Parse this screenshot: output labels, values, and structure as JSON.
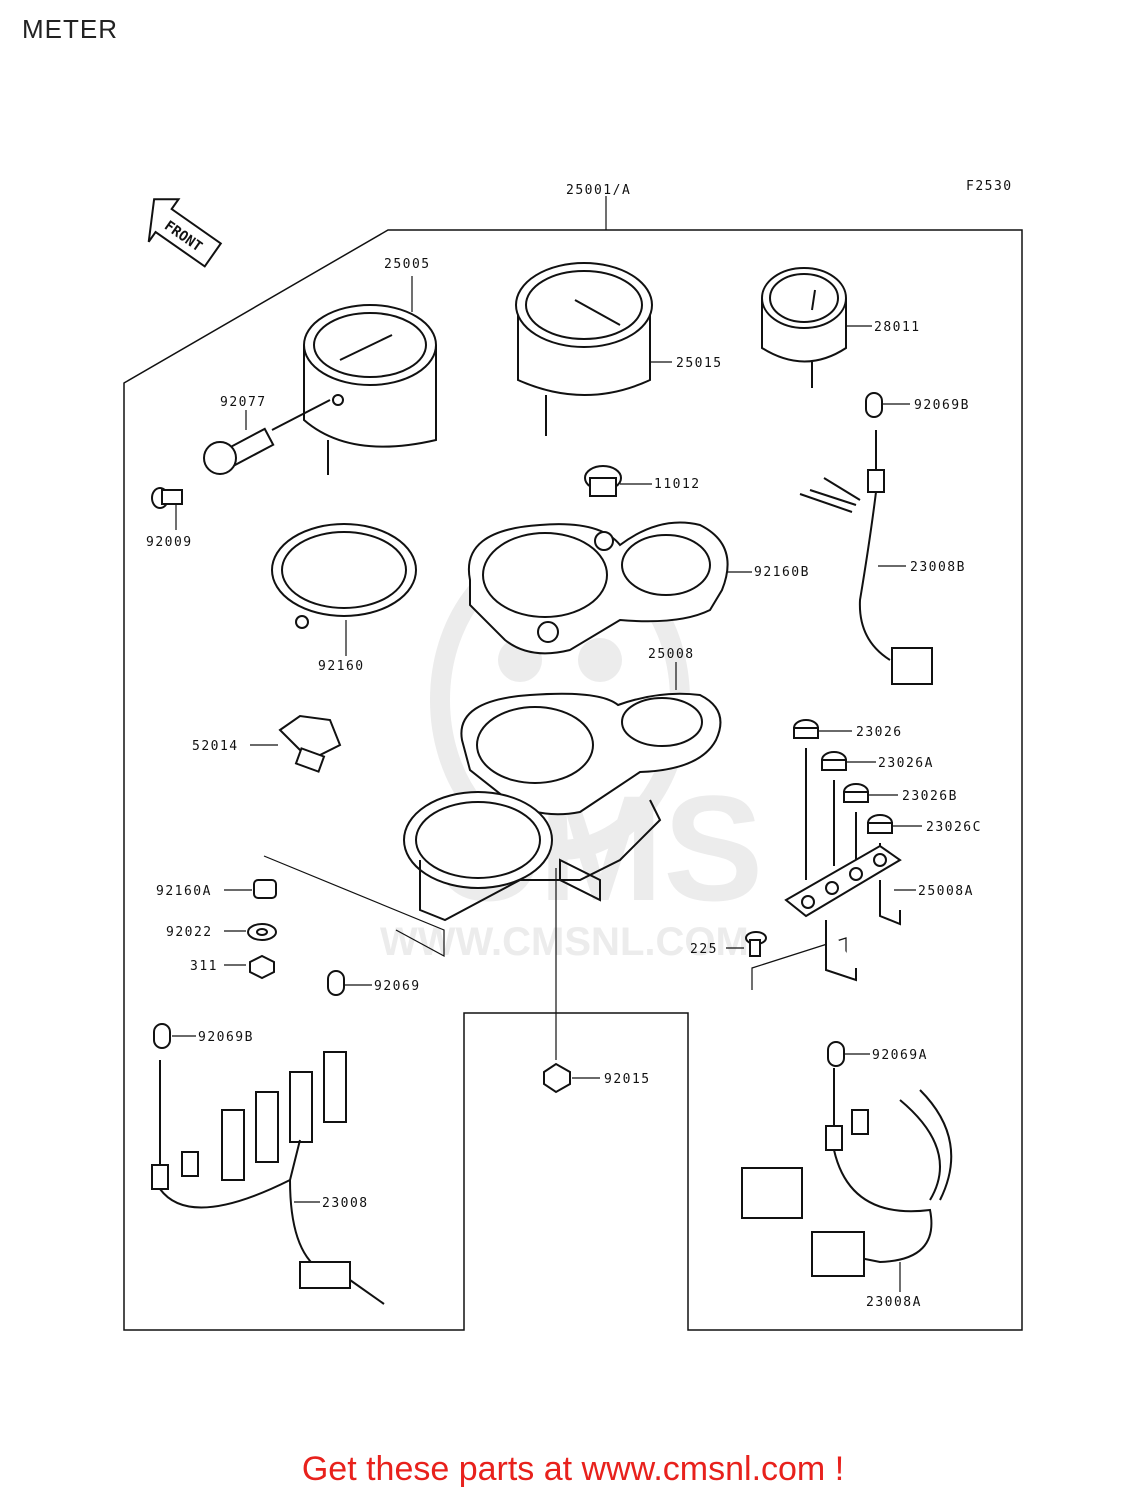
{
  "page": {
    "title": "METER",
    "footer": "Get these parts at www.cmsnl.com !"
  },
  "watermark": {
    "brand": "CMS",
    "url": "WWW.CMSNL.COM"
  },
  "diagram": {
    "code": "F2530",
    "front_label": "FRONT",
    "parts": {
      "p25001A": "25001/A",
      "p25005": "25005",
      "p25015": "25015",
      "p28011": "28011",
      "p92077": "92077",
      "p92009": "92009",
      "p11012": "11012",
      "p92069B_top": "92069B",
      "p92160B": "92160B",
      "p23008B": "23008B",
      "p92160": "92160",
      "p25008": "25008",
      "p52014": "52014",
      "p23026": "23026",
      "p23026A": "23026A",
      "p23026B": "23026B",
      "p23026C": "23026C",
      "p25008A": "25008A",
      "p92160A": "92160A",
      "p92022": "92022",
      "p311": "311",
      "p225": "225",
      "p92069": "92069",
      "p92069B_bot": "92069B",
      "p92015": "92015",
      "p92069A": "92069A",
      "p23008": "23008",
      "p23008A": "23008A"
    }
  },
  "colors": {
    "line": "#111111",
    "footer": "#e8211c",
    "watermark": "#ececec"
  }
}
